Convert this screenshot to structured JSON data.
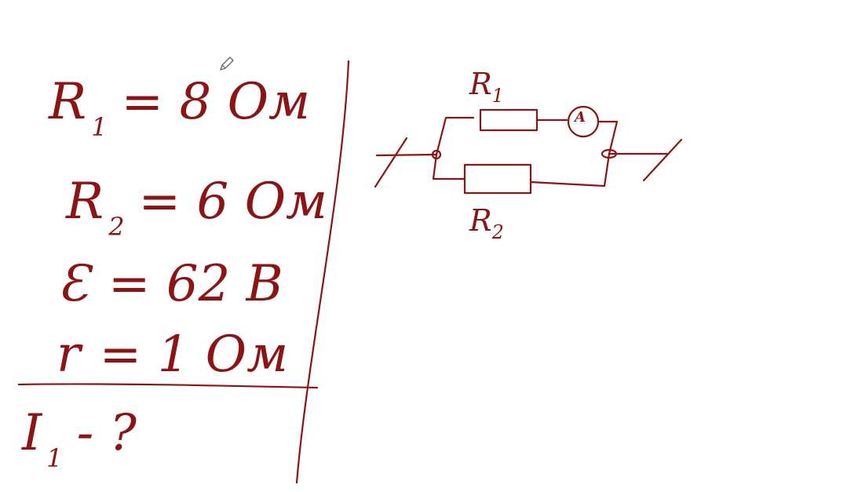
{
  "ink_color": "#8b1414",
  "given": [
    {
      "symbol": "R",
      "subscript": "1",
      "value": "= 8 Ом"
    },
    {
      "symbol": "R",
      "subscript": "2",
      "value": "= 6 Ом"
    },
    {
      "symbol": "Ɛ",
      "subscript": "",
      "value": "= 62 В"
    },
    {
      "symbol": "r",
      "subscript": "",
      "value": "= 1 Ом"
    }
  ],
  "find": {
    "symbol": "I",
    "subscript": "1",
    "value": "- ?"
  },
  "circuit": {
    "r1_symbol": "R",
    "r1_subscript": "1",
    "r2_symbol": "R",
    "r2_subscript": "2",
    "ammeter": "A"
  },
  "cursor_icon": "pencil-icon"
}
